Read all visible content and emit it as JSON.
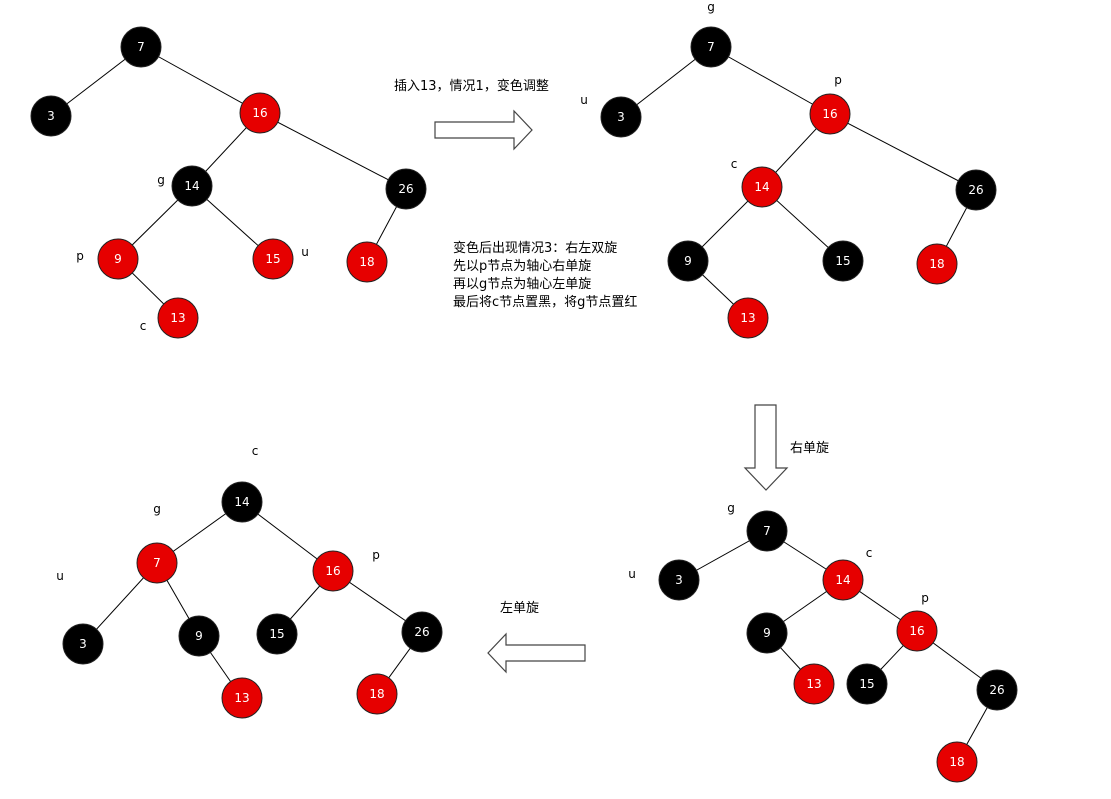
{
  "colors": {
    "black_node": "#000000",
    "red_node": "#e60000",
    "label": "#ffffff"
  },
  "captions": {
    "insert": "插入13，情况1，变色调整",
    "case3_lines": [
      "变色后出现情况3：右左双旋",
      "先以p节点为轴心右单旋",
      "再以g节点为轴心左单旋",
      "最后将c节点置黑，将g节点置红"
    ],
    "rotate_right": "右单旋",
    "rotate_left": "左单旋"
  },
  "trees": [
    {
      "name": "tree-step1",
      "nodes": [
        {
          "key": "7",
          "color": "black"
        },
        {
          "key": "3",
          "color": "black"
        },
        {
          "key": "16",
          "color": "red"
        },
        {
          "key": "14",
          "color": "black"
        },
        {
          "key": "26",
          "color": "black"
        },
        {
          "key": "9",
          "color": "red"
        },
        {
          "key": "15",
          "color": "red"
        },
        {
          "key": "18",
          "color": "red"
        },
        {
          "key": "13",
          "color": "red"
        }
      ],
      "edges": [
        [
          "7",
          "3"
        ],
        [
          "7",
          "16"
        ],
        [
          "16",
          "14"
        ],
        [
          "16",
          "26"
        ],
        [
          "14",
          "9"
        ],
        [
          "14",
          "15"
        ],
        [
          "26",
          "18"
        ],
        [
          "9",
          "13"
        ]
      ],
      "tags": [
        {
          "text": "g",
          "node": "14"
        },
        {
          "text": "u",
          "node": "15"
        },
        {
          "text": "p",
          "node": "9"
        },
        {
          "text": "c",
          "node": "13"
        }
      ]
    },
    {
      "name": "tree-step2",
      "nodes": [
        {
          "key": "7",
          "color": "black"
        },
        {
          "key": "3",
          "color": "black"
        },
        {
          "key": "16",
          "color": "red"
        },
        {
          "key": "14",
          "color": "red"
        },
        {
          "key": "26",
          "color": "black"
        },
        {
          "key": "9",
          "color": "black"
        },
        {
          "key": "15",
          "color": "black"
        },
        {
          "key": "18",
          "color": "red"
        },
        {
          "key": "13",
          "color": "red"
        }
      ],
      "edges": [
        [
          "7",
          "3"
        ],
        [
          "7",
          "16"
        ],
        [
          "16",
          "14"
        ],
        [
          "16",
          "26"
        ],
        [
          "14",
          "9"
        ],
        [
          "14",
          "15"
        ],
        [
          "26",
          "18"
        ],
        [
          "9",
          "13"
        ]
      ],
      "tags": [
        {
          "text": "g",
          "node": "7"
        },
        {
          "text": "u",
          "node": "3"
        },
        {
          "text": "p",
          "node": "16"
        },
        {
          "text": "c",
          "node": "14"
        }
      ]
    },
    {
      "name": "tree-step3",
      "nodes": [
        {
          "key": "7",
          "color": "black"
        },
        {
          "key": "3",
          "color": "black"
        },
        {
          "key": "14",
          "color": "red"
        },
        {
          "key": "9",
          "color": "black"
        },
        {
          "key": "16",
          "color": "red"
        },
        {
          "key": "13",
          "color": "red"
        },
        {
          "key": "15",
          "color": "black"
        },
        {
          "key": "26",
          "color": "black"
        },
        {
          "key": "18",
          "color": "red"
        }
      ],
      "edges": [
        [
          "7",
          "3"
        ],
        [
          "7",
          "14"
        ],
        [
          "14",
          "9"
        ],
        [
          "14",
          "16"
        ],
        [
          "9",
          "13"
        ],
        [
          "16",
          "15"
        ],
        [
          "16",
          "26"
        ],
        [
          "26",
          "18"
        ]
      ],
      "tags": [
        {
          "text": "g",
          "node": "7"
        },
        {
          "text": "u",
          "node": "3"
        },
        {
          "text": "c",
          "node": "14"
        },
        {
          "text": "p",
          "node": "16"
        }
      ]
    },
    {
      "name": "tree-step4",
      "nodes": [
        {
          "key": "14",
          "color": "black"
        },
        {
          "key": "7",
          "color": "red"
        },
        {
          "key": "16",
          "color": "red"
        },
        {
          "key": "3",
          "color": "black"
        },
        {
          "key": "9",
          "color": "black"
        },
        {
          "key": "15",
          "color": "black"
        },
        {
          "key": "26",
          "color": "black"
        },
        {
          "key": "13",
          "color": "red"
        },
        {
          "key": "18",
          "color": "red"
        }
      ],
      "edges": [
        [
          "14",
          "7"
        ],
        [
          "14",
          "16"
        ],
        [
          "7",
          "3"
        ],
        [
          "7",
          "9"
        ],
        [
          "9",
          "13"
        ],
        [
          "16",
          "15"
        ],
        [
          "16",
          "26"
        ],
        [
          "26",
          "18"
        ]
      ],
      "tags": [
        {
          "text": "c",
          "node": "14"
        },
        {
          "text": "g",
          "node": "7"
        },
        {
          "text": "u",
          "node": "3"
        },
        {
          "text": "p",
          "node": "16"
        }
      ]
    }
  ]
}
